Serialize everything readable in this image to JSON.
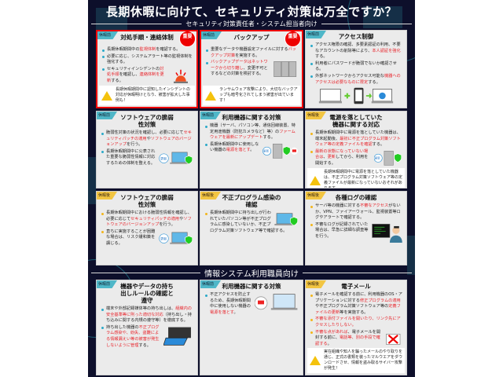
{
  "title": "長期休暇に向けて、セキュリティ対策は万全ですか？",
  "sections": {
    "admin": "セキュリティ対策責任者・システム担当者向け",
    "staff": "情報システム利用職員向け"
  },
  "colors": {
    "background": "#0d0f2b",
    "highlight": "#e8242b",
    "pre_tag": "#4fb7c8",
    "post_tag": "#f2c542",
    "important": "#e00000"
  },
  "badge_label": "重要",
  "cards": [
    {
      "tag": "休暇前",
      "phase": "pre",
      "important": true,
      "title": "対処手順・連絡体制",
      "icon": "siren-icon",
      "bullets": [
        [
          {
            "t": "長期休暇期間中の"
          },
          {
            "t": "監視体制",
            "hl": true
          },
          {
            "t": "を確認する。"
          }
        ],
        [
          {
            "t": "必要に応じ、システムアラート等の監視体制を強化する。"
          }
        ],
        [
          {
            "t": "セキュリティインシデントの"
          },
          {
            "t": "対処手順",
            "hl": true
          },
          {
            "t": "を確認し、"
          },
          {
            "t": "連絡体制を更新",
            "hl": true
          },
          {
            "t": "する。"
          }
        ]
      ],
      "warning": "長期休暇期間中に認知したインシデントの対応が休暇明けとなり、被害が拡大した事例も！"
    },
    {
      "tag": "休暇前",
      "phase": "pre",
      "important": true,
      "title": "バックアップ",
      "icon": "server-rack-icon",
      "bullets": [
        [
          {
            "t": "重要なデータや機器設定ファイルに対する"
          },
          {
            "t": "バックアップ対策",
            "hl": true
          },
          {
            "t": "を実施する。"
          }
        ],
        [
          {
            "t": "バックアップデータはネットワークから切り離し",
            "hl": true
          },
          {
            "t": "、変更不可とするなどの対策を検討する。"
          }
        ]
      ],
      "warning": "ランサムウェア攻撃により、大切なバックアップも暗号化されてしまう被害が出ています！"
    },
    {
      "tag": "休暇前",
      "phase": "pre",
      "important": false,
      "title": "アクセス制御",
      "icon": "login-auth-icon",
      "bullets": [
        [
          {
            "t": "アクセス権限の確認、多要素認証の利用、不要なアカウントの削除等により、"
          },
          {
            "t": "本人認証を強化",
            "hl": true
          },
          {
            "t": "する。"
          }
        ],
        [
          {
            "t": "利用者にパスワードが脆弱でないか確認させる。"
          }
        ],
        [
          {
            "t": "外部ネットワークからアクセス可能な"
          },
          {
            "t": "機器へのアクセスは必要なものに限定",
            "hl": true
          },
          {
            "t": "する。"
          }
        ]
      ]
    },
    {
      "tag": "休暇前",
      "phase": "pre",
      "important": false,
      "title": "ソフトウェアの脆弱性対策",
      "icon": "laptop-update-icon",
      "bubble": "更新",
      "bullets": [
        [
          {
            "t": "脆弱性対策の状況を確認し、必要に応じて"
          },
          {
            "t": "セキュリティパッチの適用",
            "hl": true
          },
          {
            "t": "や"
          },
          {
            "t": "ソフトウェアのバージョンアップ",
            "hl": true
          },
          {
            "t": "を行う。"
          }
        ],
        [
          {
            "t": "長期休暇期間中に公表された重要な脆弱性情報に対応するための体制を整える。"
          }
        ]
      ]
    },
    {
      "tag": "休暇前",
      "phase": "pre",
      "important": false,
      "title": "利用機器に関する対策",
      "icon": "server-shield-icon",
      "bubble": "更新",
      "bullets": [
        [
          {
            "t": "機器（サーバ、パソコン等、通信回線装置、特定用途機器（防犯カメラなど）等）の"
          },
          {
            "t": "ファームウェアを最新にアップデート",
            "hl": true
          },
          {
            "t": "する。"
          }
        ],
        [
          {
            "t": "長期休暇期間中に使用しない機器の"
          },
          {
            "t": "電源を落とす",
            "hl": true
          },
          {
            "t": "。"
          }
        ]
      ]
    },
    {
      "tag": "休暇後",
      "phase": "post",
      "important": false,
      "title": "電源を落としていた機器に関する対応",
      "icon": "server-shield-icon",
      "bubble": "更新",
      "bullets": [
        [
          {
            "t": "長期休暇期間中に電源を落としていた機器は、端末起動後、"
          },
          {
            "t": "最初に不正プログラム対策ソフトウェア等の定義ファイルを確認",
            "hl": true
          },
          {
            "t": "する。"
          }
        ],
        [
          {
            "t": "最新の状態になっていない場合は",
            "hl": true
          },
          {
            "t": "、"
          },
          {
            "t": "更新",
            "hl": true
          },
          {
            "t": "してから、利用を開始する。"
          }
        ]
      ],
      "warning": "長期休暇期間中に電源を落としていた機器は、不正プログラム対策ソフトウェア等の定義ファイルが最新になっていないおそれがあります。"
    },
    {
      "tag": "休暇後",
      "phase": "post",
      "important": false,
      "title": "ソフトウェアの脆弱性対策",
      "icon": "laptop-update-icon",
      "bubble": "更新",
      "bullets": [
        [
          {
            "t": "長期休暇期間中における脆弱性情報を確認し、必要に応じて"
          },
          {
            "t": "セキュリティパッチの適用",
            "hl": true
          },
          {
            "t": "や"
          },
          {
            "t": "ソフトウェアのバージョンアップ",
            "hl": true
          },
          {
            "t": "を行う。"
          }
        ],
        [
          {
            "t": "直ちに実施することが困難な場合は、リスク緩和策を講じる。"
          }
        ]
      ]
    },
    {
      "tag": "休暇後",
      "phase": "post",
      "important": false,
      "title": "不正プログラム感染の確認",
      "icon": "laptop-shield-icon",
      "bullets": [
        [
          {
            "t": "長期休暇期間中に持ち出しが行われていたパソコン等が不正プログラムに感染していないか、不正プログラム対策ソフトウェア等で確認する。"
          }
        ]
      ]
    },
    {
      "tag": "休暇後",
      "phase": "post",
      "important": false,
      "title": "各種ログの確認",
      "icon": "operator-monitor-icon",
      "bullets": [
        [
          {
            "t": "サーバ等の機器に対する"
          },
          {
            "t": "不審なアクセス",
            "hl": true
          },
          {
            "t": "がないか、VPN、ファイアーウォール、監視装置等ログやアラートで確認する。"
          }
        ],
        [
          {
            "t": "不審なログが記録されていた場合は、早急に詳細な調査等を行う。"
          }
        ]
      ]
    },
    {
      "tag": "休暇前",
      "phase": "pre",
      "important": false,
      "title": "機器やデータの持ち出しルールの確認と遵守",
      "icon": "briefcase-icon",
      "bullets": [
        [
          {
            "t": "端末や外部記録媒体等の持ち出しは、"
          },
          {
            "t": "組織内の安全基準等に則った適切な対応",
            "hl": true
          },
          {
            "t": "（持ち出し・持ち込みに関する内規の遵守等）を徹底する。"
          }
        ],
        [
          {
            "t": "持ち出した機器の"
          },
          {
            "t": "不正プログラム感染や、紛失、盗難による情報漏えい等の被害が発生しないように管理",
            "hl": true
          },
          {
            "t": "する。"
          }
        ]
      ]
    },
    {
      "tag": "休暇前",
      "phase": "pre",
      "important": false,
      "title": "利用機器に関する対策",
      "icon": "power-off-laptop-icon",
      "bullets": [
        [
          {
            "t": "不正アクセスを防止するため、長期休暇期間中に使用しない機器の"
          },
          {
            "t": "電源を落とす",
            "hl": true
          },
          {
            "t": "。"
          }
        ]
      ]
    },
    {
      "tag": "休暇後",
      "phase": "post",
      "important": false,
      "title": "電子メール",
      "icon": "mail-blocked-icon",
      "bullets": [
        [
          {
            "t": "電子メールを確認する前に、利用機器のOS・アプリケーションに対する"
          },
          {
            "t": "修正プログラムの適用",
            "hl": true
          },
          {
            "t": "や不正プログラム対策ソフトウェア等の"
          },
          {
            "t": "定義ファイルの更新",
            "hl": true
          },
          {
            "t": "等を実施する。"
          }
        ],
        [
          {
            "t": "不審な添付ファイルを開いたり、リンク先にアクセスしたりしない。",
            "hl": true
          }
        ],
        [
          {
            "t": "不審な点があれば",
            "hl": true
          },
          {
            "t": "、電子メールを開封する前に、"
          },
          {
            "t": "電話等、別の手段で確認する",
            "hl": true
          },
          {
            "t": "。"
          }
        ]
      ],
      "warning": "実在組織や知人を騙ったメールのやり取りを通じ、正式の書類を装ったマルウエアをダウンロードさせ、情報を盗み取るサイバー攻撃が発生！"
    }
  ]
}
